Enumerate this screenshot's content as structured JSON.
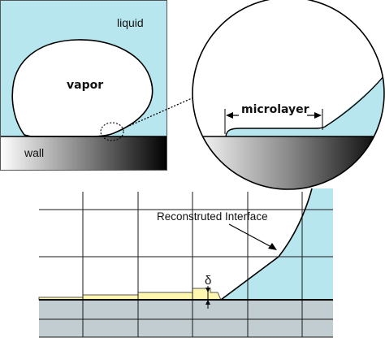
{
  "top_left": {
    "liquid_label": "liquid",
    "vapor_label": "vapor",
    "wall_label": "wall"
  },
  "zoom": {
    "microlayer_label": "microlayer"
  },
  "bottom": {
    "interface_label": "Reconstruted Interface",
    "delta_label": "δ"
  },
  "colors": {
    "liquid": "#b7e6ee",
    "microlayer_fill": "#fff7b0",
    "wall_grid_fill": "#c2cdd2",
    "wall_gradient_light": "#ffffff",
    "wall_gradient_dark": "#000000",
    "grid_line": "#1a1a1a"
  }
}
